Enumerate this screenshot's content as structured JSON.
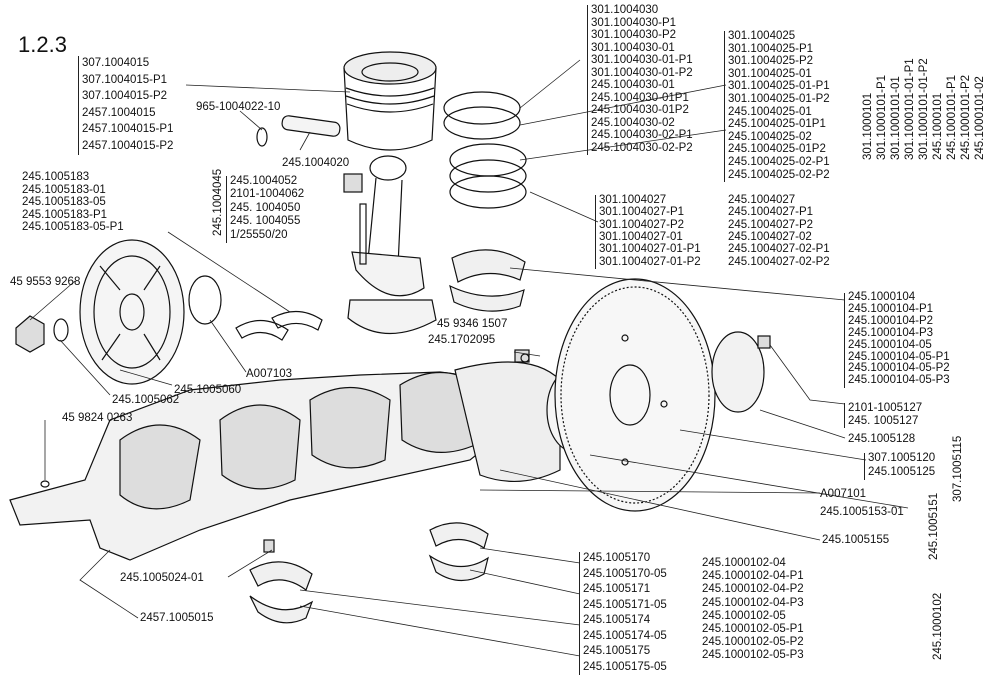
{
  "section": "1.2.3",
  "labels": {
    "piston_pin_group": [
      "307.1004015",
      "307.1004015-P1",
      "307.1004015-P2",
      "2457.1004015",
      "2457.1004015-P1",
      "2457.1004015-P2"
    ],
    "circlip": "965-1004022-10",
    "piston_pin": "245.1004020",
    "rings_top_left": [
      "301.1004030",
      "301.1004030-P1",
      "301.1004030-P2",
      "301.1004030-01",
      "301.1004030-01-P1",
      "301.1004030-01-P2",
      "245.1004030-01",
      "245.1004030-01P1",
      "245.1004030-01P2",
      "245.1004030-02",
      "245.1004030-02-P1",
      "245.1004030-02-P2"
    ],
    "rings_top_right": [
      "301.1004025",
      "301.1004025-P1",
      "301.1004025-P2",
      "301.1004025-01",
      "301.1004025-01-P1",
      "301.1004025-01-P2",
      "245.1004025-01",
      "245.1004025-01P1",
      "245.1004025-02",
      "245.1004025-01P2",
      "245.1004025-02-P1",
      "245.1004025-02-P2"
    ],
    "vertical_sets": [
      "301.1000101",
      "301.1000101-P1",
      "301.1000101-01",
      "301.1000101-01-P1",
      "301.1000101-01-P2",
      "245.1000101",
      "245.1000101-P1",
      "245.1000101-P2",
      "245.1000101-02"
    ],
    "oil_ring_left": [
      "301.1004027",
      "301.1004027-P1",
      "301.1004027-P2",
      "301.1004027-01",
      "301.1004027-01-P1",
      "301.1004027-01-P2"
    ],
    "oil_ring_right": [
      "245.1004027",
      "245.1004027-P1",
      "245.1004027-P2",
      "245.1004027-02",
      "245.1004027-02-P1",
      "245.1004027-02-P2"
    ],
    "conrod_parts": [
      "245.1004052",
      "2101-1004062",
      "245. 1004050",
      "245. 1004055",
      "1/25550/20"
    ],
    "conrod_vertical": "245.1004045",
    "pulley_group": [
      "245.1005183",
      "245.1005183-01",
      "245.1005183-05",
      "245.1005183-P1",
      "245.1005183-05-P1"
    ],
    "nut": "45 9553 9268",
    "pulley_a": "A007103",
    "pulley_b": "245.1005060",
    "pulley_c": "245.1005062",
    "flywheel_group": [
      "245.1000104",
      "245.1000104-P1",
      "245.1000104-P2",
      "245.1000104-P3",
      "245.1000104-05",
      "245.1000104-05-P1",
      "245.1000104-05-P2",
      "245.1000104-05-P3"
    ],
    "bolt_a": "45 9346 1507",
    "bolt_b": "245.1702095",
    "bolts_flywheel": [
      "2101-1005127",
      "245. 1005127"
    ],
    "bearing_plate": "245.1005128",
    "seal_group": [
      "307.1005120",
      "245.1005125"
    ],
    "seal_vertical": "307.1005115",
    "a007101": "A007101",
    "half_ring": "245.1005153-01",
    "half_ring_vertical": "245.1005151",
    "rear_cover": "245.1005155",
    "key": "45 9824 0263",
    "plug": "245.1005024-01",
    "crankshaft": "2457.1005015",
    "main_bearings": [
      "245.1005170",
      "245.1005170-05",
      "245.1005171",
      "245.1005171-05",
      "245.1005174",
      "245.1005174-05",
      "245.1005175",
      "245.1005175-05"
    ],
    "main_bearing_sets": [
      "245.1000102-04",
      "245.1000102-04-P1",
      "245.1000102-04-P2",
      "245.1000102-04-P3",
      "245.1000102-05",
      "245.1000102-05-P1",
      "245.1000102-05-P2",
      "245.1000102-05-P3"
    ],
    "vertical_main": "245.1000102"
  }
}
